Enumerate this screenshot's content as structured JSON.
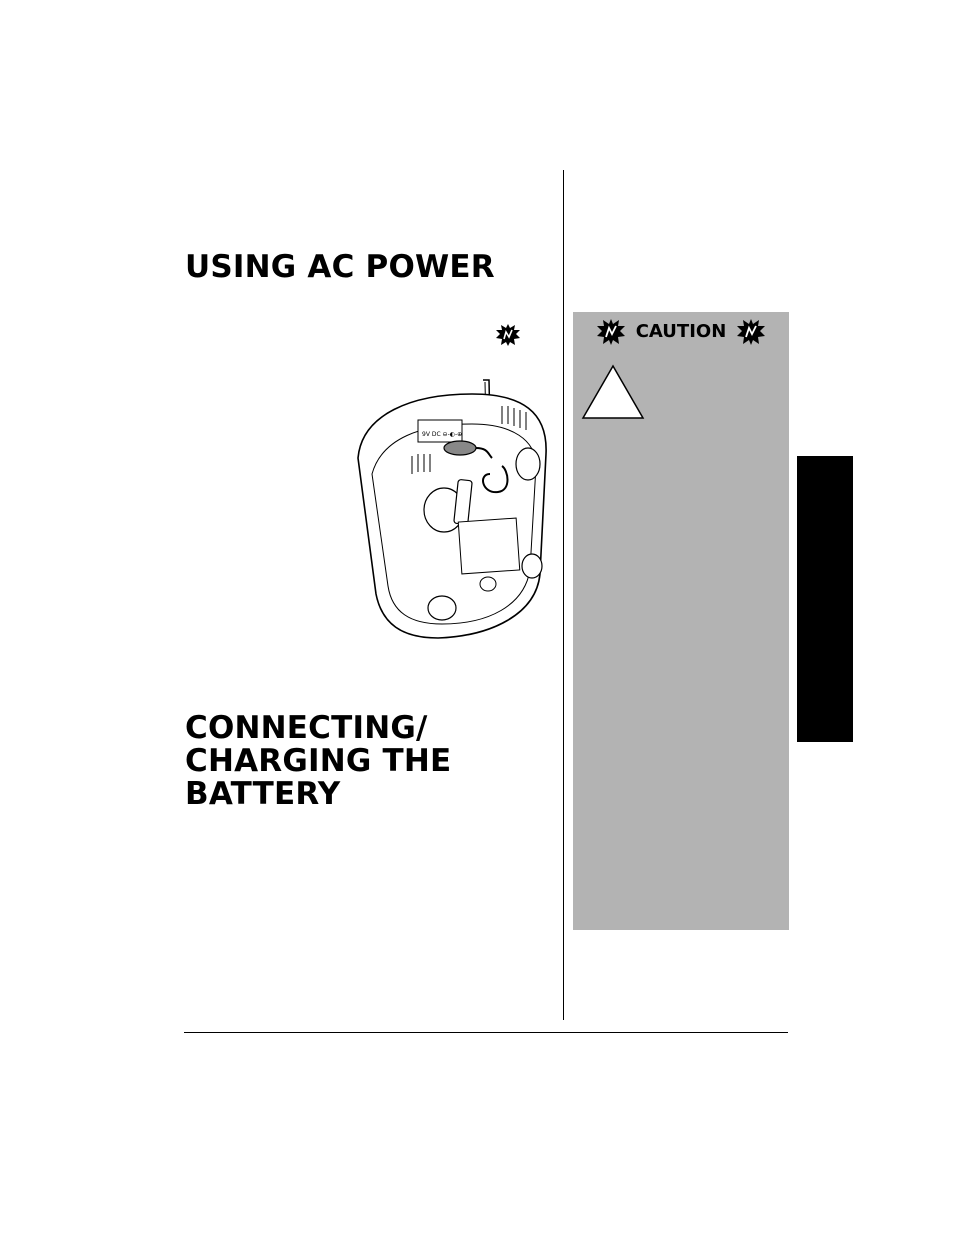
{
  "sections": {
    "ac_power": {
      "heading": "USING AC POWER"
    },
    "charging": {
      "heading": "CONNECTING/\nCHARGING THE\nBATTERY"
    }
  },
  "caution": {
    "label": "CAUTION"
  },
  "illustration": {
    "device_label": "9V DC ⊖-◐-⊕"
  },
  "colors": {
    "caution_bg": "#b3b3b3",
    "tab": "#000000",
    "text": "#000000"
  },
  "icons": {
    "burst": "warning-burst-icon",
    "triangle": "caution-triangle-icon",
    "device": "scanner-base-illustration"
  }
}
